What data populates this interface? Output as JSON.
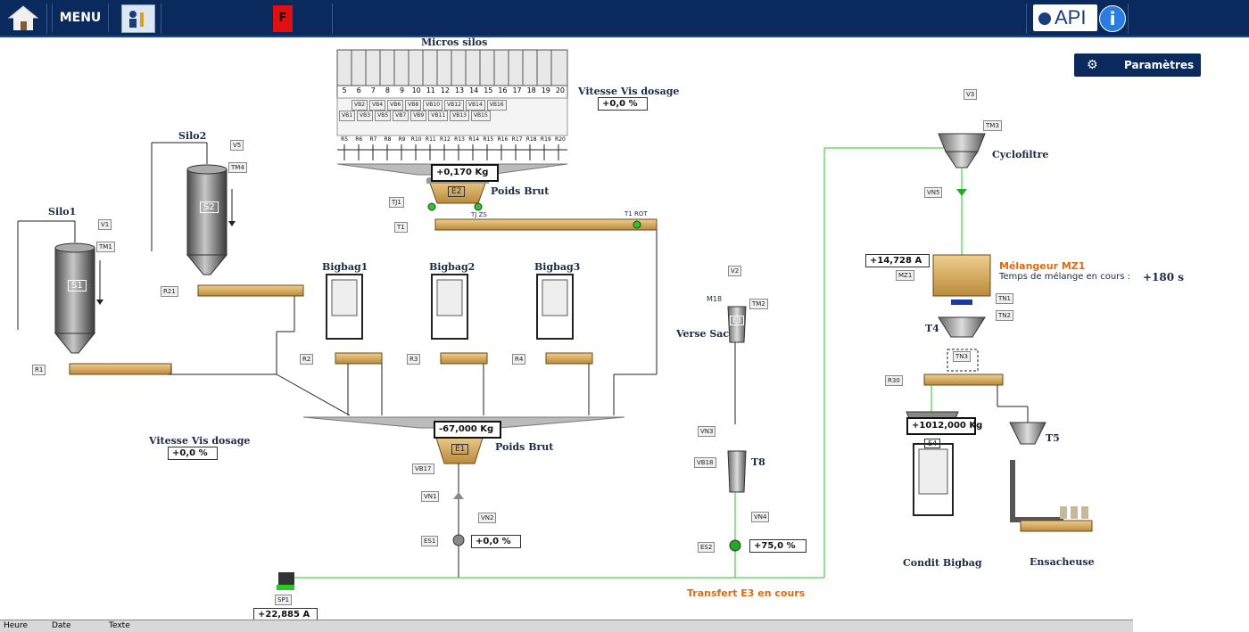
{
  "header": {
    "menu_label": "MENU",
    "f_label": "F",
    "logo_text": "API",
    "info_label": "i"
  },
  "params_button": "Paramètres",
  "micro_silos": {
    "title": "Micros silos",
    "numbers": [
      "5",
      "6",
      "7",
      "8",
      "9",
      "10",
      "11",
      "12",
      "13",
      "14",
      "15",
      "16",
      "17",
      "18",
      "19",
      "20"
    ],
    "vb_top": [
      "VB2",
      "VB4",
      "VB6",
      "VB8",
      "VB10",
      "VB12",
      "VB14",
      "VB16"
    ],
    "vb_bottom": [
      "VB1",
      "VB3",
      "VB5",
      "VB7",
      "VB9",
      "VB11",
      "VB13",
      "VB15"
    ],
    "r_labels": [
      "R5",
      "R6",
      "R7",
      "R8",
      "R9",
      "R10",
      "R11",
      "R12",
      "R13",
      "R14",
      "R15",
      "R16",
      "R17",
      "R18",
      "R19",
      "R20"
    ]
  },
  "speed_top": {
    "label": "Vitesse Vis dosage",
    "value": "+0,0 %"
  },
  "speed_bottom": {
    "label": "Vitesse Vis dosage",
    "value": "+0,0 %"
  },
  "e2": {
    "weight": "+0,170 Kg",
    "name": "E2",
    "label": "Poids Brut",
    "tj1": "TJ1",
    "t1": "T1",
    "tj_zs": "TJ ZS",
    "t1_rot": "T1 ROT"
  },
  "e1": {
    "weight": "-67,000 Kg",
    "name": "E1",
    "label": "Poids Brut",
    "vb17": "VB17",
    "vn1": "VN1",
    "vn2": "VN2",
    "es1": "ES1",
    "es1_value": "+0,0 %"
  },
  "silo1": {
    "title": "Silo1",
    "name": "S1",
    "v1": "V1",
    "tm1": "TM1",
    "r1": "R1"
  },
  "silo2": {
    "title": "Silo2",
    "name": "S2",
    "v5": "V5",
    "tm4": "TM4",
    "r21": "R21"
  },
  "bigbags": [
    {
      "title": "Bigbag1",
      "r": "R2"
    },
    {
      "title": "Bigbag2",
      "r": "R3"
    },
    {
      "title": "Bigbag3",
      "r": "R4"
    }
  ],
  "verse_sac": {
    "title": "Verse Sac",
    "v2": "V2",
    "m18": "M18",
    "tm2": "TM2",
    "e3": "E3",
    "vn3": "VN3",
    "vb18": "VB18",
    "t8": "T8",
    "vn4": "VN4",
    "es2": "ES2",
    "es2_value": "+75,0 %"
  },
  "transfer_status": "Transfert E3 en cours",
  "sp1": {
    "name": "SP1",
    "current": "+22,885 A"
  },
  "cyclofiltre": {
    "title": "Cyclofiltre",
    "v3": "V3",
    "tm3": "TM3",
    "vn5": "VN5"
  },
  "mixer": {
    "title": "Mélangeur MZ1",
    "current": "+14,728 A",
    "mz1": "MZ1",
    "time_label": "Temps de mélange en cours :",
    "time_value": "+180 s",
    "tn1": "TN1",
    "tn2": "TN2",
    "t4": "T4",
    "tn3": "TN3",
    "r30": "R30"
  },
  "condit": {
    "weight": "+1012,000 Kg",
    "name": "E4",
    "title": "Condit Bigbag"
  },
  "ensacheuse": {
    "title": "Ensacheuse",
    "t5": "T5"
  },
  "statusbar": {
    "col1": "Heure",
    "col2": "Date",
    "col3": "Texte"
  },
  "colors": {
    "header_bg": "#0a2a5e",
    "conveyor": "#d6a95e",
    "active_flow": "#22cc22",
    "alarm": "#e01010",
    "accent_orange": "#e06a10"
  }
}
